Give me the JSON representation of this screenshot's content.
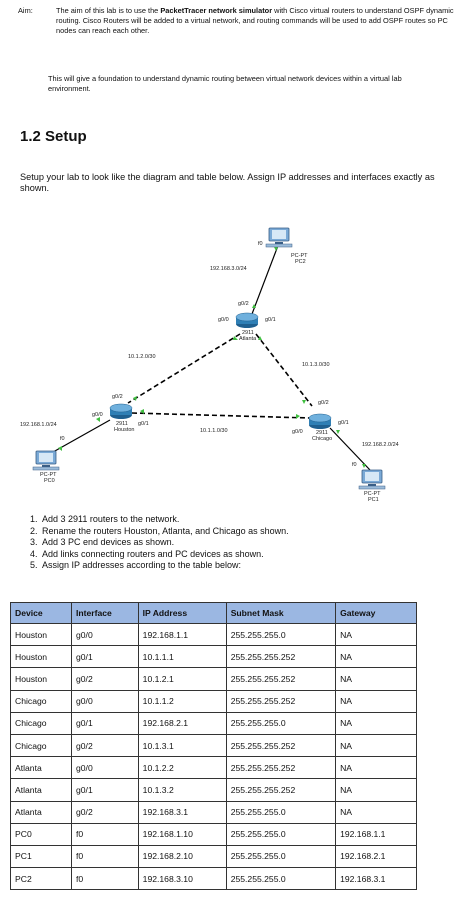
{
  "aim": {
    "label": "Aim:",
    "text_before": "The aim of this lab is to use the ",
    "text_bold": "PacketTracer network simulator",
    "text_after": " with Cisco virtual routers to understand OSPF dynamic routing. Cisco Routers will be added to a virtual network, and routing commands will be used to add OSPF routes so PC nodes can reach each other.",
    "foundation": "This will give a foundation to understand dynamic routing between virtual network devices within a virtual lab environment."
  },
  "section": {
    "title": "1.2  Setup",
    "intro": "Setup your lab to look like the diagram and table below. Assign IP addresses and interfaces exactly as shown."
  },
  "diagram": {
    "pc2": {
      "label": "PC-PT",
      "sub": "PC2",
      "port": "f0"
    },
    "pc0": {
      "label": "PC-PT",
      "sub": "PC0",
      "port": "f0"
    },
    "pc1": {
      "label": "PC-PT",
      "sub": "PC1",
      "port": "f0"
    },
    "atlanta": {
      "model": "2911",
      "name": "Atlanta",
      "g00": "g0/0",
      "g01": "g0/1",
      "g02": "g0/2"
    },
    "houston": {
      "model": "2911",
      "name": "Houston",
      "g00": "g0/0",
      "g01": "g0/1",
      "g02": "g0/2"
    },
    "chicago": {
      "model": "2911",
      "name": "Chicago",
      "g00": "g0/0",
      "g01": "g0/1",
      "g02": "g0/2"
    },
    "net_pc2": "192.168.3.0/24",
    "net_pc0": "192.168.1.0/24",
    "net_pc1": "192.168.2.0/24",
    "net_ha": "10.1.2.0/30",
    "net_ac": "10.1.3.0/30",
    "net_hc": "10.1.1.0/30"
  },
  "steps": [
    "Add 3 2911 routers to the network.",
    "Rename the routers Houston, Atlanta, and Chicago as shown.",
    "Add 3 PC end devices as shown.",
    "Add links connecting routers and PC devices as shown.",
    "Assign IP addresses according to the table below:"
  ],
  "table": {
    "headers": [
      "Device",
      "Interface",
      "IP Address",
      "Subnet Mask",
      "Gateway"
    ],
    "rows": [
      [
        "Houston",
        "g0/0",
        "192.168.1.1",
        "255.255.255.0",
        "NA"
      ],
      [
        "Houston",
        "g0/1",
        "10.1.1.1",
        "255.255.255.252",
        "NA"
      ],
      [
        "Houston",
        "g0/2",
        "10.1.2.1",
        "255.255.255.252",
        "NA"
      ],
      [
        "Chicago",
        "g0/0",
        "10.1.1.2",
        "255.255.255.252",
        "NA"
      ],
      [
        "Chicago",
        "g0/1",
        "192.168.2.1",
        "255.255.255.0",
        "NA"
      ],
      [
        "Chicago",
        "g0/2",
        "10.1.3.1",
        "255.255.255.252",
        "NA"
      ],
      [
        "Atlanta",
        "g0/0",
        "10.1.2.2",
        "255.255.255.252",
        "NA"
      ],
      [
        "Atlanta",
        "g0/1",
        "10.1.3.2",
        "255.255.255.252",
        "NA"
      ],
      [
        "Atlanta",
        "g0/2",
        "192.168.3.1",
        "255.255.255.0",
        "NA"
      ],
      [
        "PC0",
        "f0",
        "192.168.1.10",
        "255.255.255.0",
        "192.168.1.1"
      ],
      [
        "PC1",
        "f0",
        "192.168.2.10",
        "255.255.255.0",
        "192.168.2.1"
      ],
      [
        "PC2",
        "f0",
        "192.168.3.10",
        "255.255.255.0",
        "192.168.3.1"
      ]
    ]
  },
  "colors": {
    "header_bg": "#9bb7e2",
    "link_dot": "#3fbf3f",
    "router": "#2f7fb5"
  }
}
